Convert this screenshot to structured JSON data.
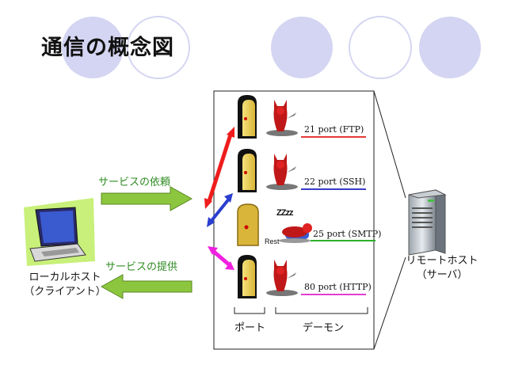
{
  "title": "通信の概念図",
  "client": {
    "line1": "ローカルホスト",
    "line2": "（クライアント）"
  },
  "server": {
    "line1": "リモートホスト",
    "line2": "（サーバ）"
  },
  "request_label": "サービスの依頼",
  "response_label": "サービスの提供",
  "ports": [
    {
      "label": "21 port (FTP)",
      "underline_color": "#e53935"
    },
    {
      "label": "22 port (SSH)",
      "underline_color": "#3b3bc4"
    },
    {
      "label": "25 port (SMTP)",
      "underline_color": "#2bb02b"
    },
    {
      "label": "80 port (HTTP)",
      "underline_color": "#e03fd0"
    }
  ],
  "sleeping_daemon": {
    "zzz": "ZZzz",
    "rest": "Rest"
  },
  "captions": {
    "port": "ポート",
    "daemon": "デーモン"
  },
  "colors": {
    "title_circles": "#d4d5f2",
    "service_arrow": "#8cc63f",
    "label_green": "#2e8b22",
    "arrow_red": "#ee1c1c",
    "arrow_blue": "#2a3ed0",
    "arrow_magenta": "#f020e0"
  },
  "icons": [
    "laptop-icon",
    "server-tower-icon",
    "door-icon",
    "daemon-icon"
  ]
}
